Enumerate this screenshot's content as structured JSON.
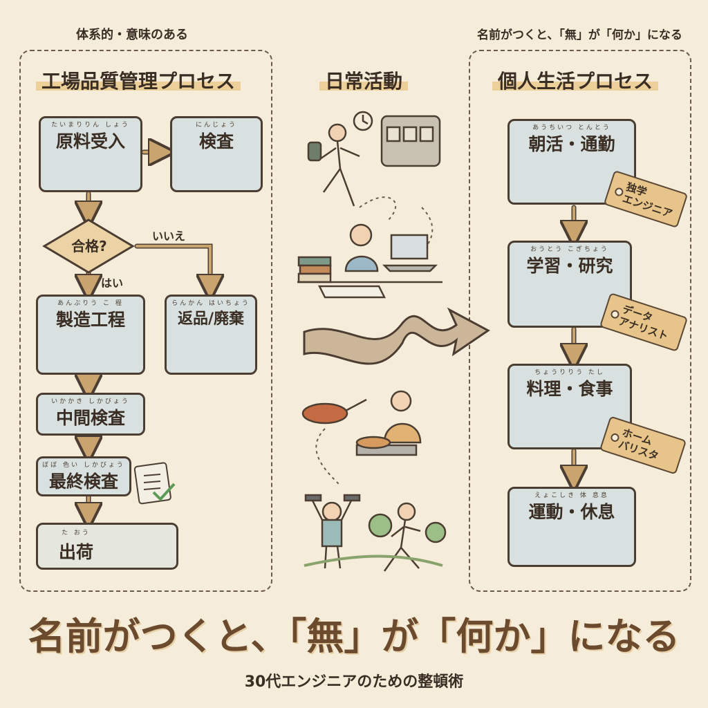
{
  "header": {
    "left_caption": "体系的・意味のある",
    "right_caption": "名前がつくと、「無」が「何か」になる"
  },
  "left_panel": {
    "title": "工場品質管理プロセス",
    "steps": [
      {
        "label": "原料受入",
        "ruby": "たいまりりん しょう"
      },
      {
        "label": "検査",
        "ruby": "にんじょう"
      },
      {
        "label": "合格?"
      },
      {
        "label": "製造工程",
        "ruby": "あんぶりう こ 程"
      },
      {
        "label": "返品/廃棄",
        "ruby": "らんかん はいちょう"
      },
      {
        "label": "中間検査",
        "ruby": "いかかき しかびょう"
      },
      {
        "label": "最終検査",
        "ruby": "ぼぼ 色い しかびょう"
      },
      {
        "label": "出荷",
        "ruby": "た おう"
      }
    ],
    "yes_label": "はい",
    "no_label": "いいえ"
  },
  "middle_panel": {
    "title": "日常活動"
  },
  "right_panel": {
    "title": "個人生活プロセス",
    "steps": [
      {
        "label": "朝活・通勤",
        "ruby": "あうちいつ とんとう",
        "tag": [
          "独学",
          "エンジニア"
        ]
      },
      {
        "label": "学習・研究",
        "ruby": "おうとう こぎちょう",
        "tag": [
          "データ",
          "アナリスト"
        ]
      },
      {
        "label": "料理・食事",
        "ruby": "ちょうりりう たし",
        "tag": [
          "ホーム",
          "バリスタ"
        ]
      },
      {
        "label": "運動・休息",
        "ruby": "えょこしき 体 息息",
        "tag": []
      }
    ]
  },
  "footer": {
    "title": "名前がつくと、「無」が「何か」になる",
    "subtitle": "30代エンジニアのための整頓術"
  },
  "colors": {
    "background": "#f6ecda",
    "box_fill": "#d8e1df",
    "outline": "#4b3d31",
    "arrow": "#c9a46f",
    "tag": "#e7c489",
    "highlight": "#eccf99"
  }
}
